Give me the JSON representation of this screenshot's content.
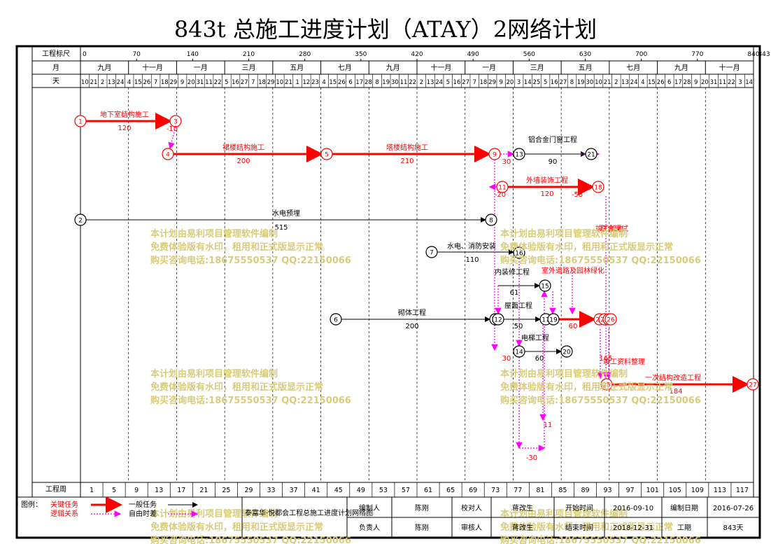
{
  "title": "843t 总施工进度计划（ATAY）2网络计划",
  "header": {
    "ruler_label": "工程标尺",
    "month_label": "月",
    "day_label": "天",
    "week_label": "工程周",
    "ruler_ticks": [
      "0",
      "70",
      "140",
      "210",
      "280",
      "350",
      "420",
      "490",
      "560",
      "630",
      "700",
      "770",
      "840",
      "843"
    ],
    "months": [
      "九月",
      "十一月",
      "一月",
      "三月",
      "五月",
      "七月",
      "九月",
      "十一月",
      "一月",
      "三月",
      "五月",
      "七月",
      "九月",
      "十一月"
    ],
    "days": [
      "10",
      "21",
      "2",
      "13",
      "24",
      "4",
      "15",
      "26",
      "7",
      "18",
      "29",
      "9",
      "20",
      "31",
      "11",
      "22",
      "5",
      "16",
      "27",
      "7",
      "18",
      "29",
      "10",
      "21",
      "1",
      "12",
      "23",
      "4",
      "15",
      "26",
      "6",
      "17",
      "28",
      "8",
      "19",
      "30",
      "11",
      "22",
      "2",
      "13",
      "24",
      "5",
      "16",
      "27",
      "7",
      "18",
      "29",
      "9",
      "20",
      "3",
      "14",
      "25",
      "5",
      "16",
      "27",
      "8",
      "19",
      "30",
      "10",
      "21",
      "2",
      "13",
      "24",
      "4",
      "15",
      "26",
      "6",
      "17",
      "28",
      "9",
      "20",
      "31",
      "11",
      "22",
      "3",
      "14"
    ],
    "weeks": [
      "1",
      "5",
      "9",
      "13",
      "17",
      "21",
      "25",
      "29",
      "33",
      "37",
      "41",
      "45",
      "49",
      "53",
      "57",
      "61",
      "65",
      "69",
      "73",
      "77",
      "81",
      "85",
      "89",
      "93",
      "97",
      "101",
      "105",
      "109",
      "113",
      "117"
    ]
  },
  "nodes": [
    "1",
    "2",
    "3",
    "4",
    "5",
    "6",
    "7",
    "8",
    "9",
    "10",
    "11",
    "12",
    "13",
    "14",
    "15",
    "16",
    "17",
    "18",
    "19",
    "20",
    "21",
    "22",
    "23",
    "24",
    "25",
    "26",
    "27"
  ],
  "activities": [
    {
      "name": "地下室结构施工",
      "dur": "120"
    },
    {
      "name": "裙楼结构施工",
      "dur": "200"
    },
    {
      "name": "塔楼结构施工",
      "dur": "210"
    },
    {
      "name": "铝合金门窗工程",
      "dur": "90"
    },
    {
      "name": "外墙装饰工程",
      "dur": "120"
    },
    {
      "name": "水电预埋",
      "dur": "515"
    },
    {
      "name": "水电、消防安装",
      "dur": "110"
    },
    {
      "name": "内装修工程",
      "dur": "61"
    },
    {
      "name": "砌体工程",
      "dur": "200"
    },
    {
      "name": "屋面工程",
      "dur": "50"
    },
    {
      "name": "电梯工程",
      "dur": "60"
    },
    {
      "name": "室外道路及园林绿化",
      "dur": "60"
    },
    {
      "name": "竣工验收",
      "dur": "165"
    },
    {
      "name": "一次结构改造工程",
      "dur": "184"
    },
    {
      "name": "联合调试",
      "dur": ""
    },
    {
      "name": "竣工资料整理",
      "dur": ""
    }
  ],
  "float_labels": [
    "-10",
    "30",
    "-58",
    "-30",
    "11",
    "30",
    "-20"
  ],
  "watermark": [
    "本计划由易利项目管理软件编制",
    "免费体验版有水印，租用和正式版显示正常",
    "购买咨询电话:18675550537 QQ:22150066"
  ],
  "legend": {
    "label": "图例：",
    "critical": "关键任务",
    "logic": "逻辑关系",
    "normal": "一般任务",
    "free_float": "自由时差"
  },
  "footer": {
    "project": "泰富华·悦都会工程总施工进度计划网络图",
    "compiler_label": "编制人",
    "compiler": "陈刚",
    "checker_label": "校对人",
    "checker": "蒋改生",
    "owner_label": "负责人",
    "owner": "陈刚",
    "reviewer_label": "审核人",
    "reviewer": "蒋改生",
    "start_label": "开始时间",
    "start": "2016-09-10",
    "end_label": "结束时间",
    "end": "2018-12-31",
    "date_label": "编制日期",
    "date": "2016-07-26",
    "duration_label": "工期",
    "duration": "843天"
  },
  "colors": {
    "critical": "#ff0000",
    "normal": "#000000",
    "float": "#ff00ff",
    "watermark": "#d8cc7a"
  }
}
